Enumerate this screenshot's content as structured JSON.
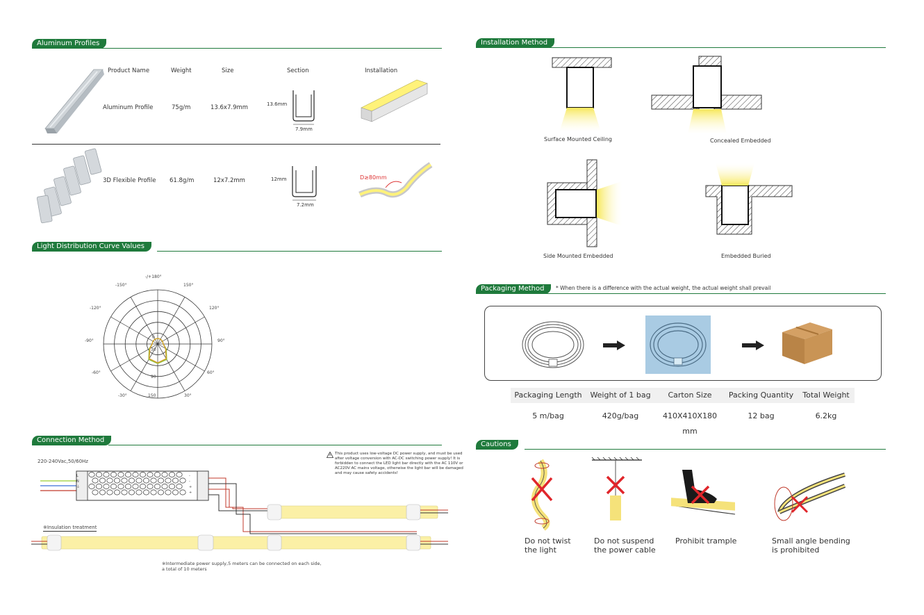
{
  "sections": {
    "aluminum": "Aluminum Profiles",
    "light_curve": "Light Distribution Curve Values",
    "connection": "Connection Method",
    "installation": "Installation Method",
    "packaging": "Packaging Method",
    "packaging_note": "* When there is a difference with the actual weight, the actual weight shall prevail",
    "cautions": "Cautions"
  },
  "profile_table": {
    "headers": [
      "Product Name",
      "Weight",
      "Size",
      "Section",
      "Installation"
    ],
    "rows": [
      {
        "name": "Aluminum Profile",
        "weight": "75g/m",
        "size": "13.6x7.9mm",
        "height_dim": "13.6mm",
        "width_dim": "7.9mm"
      },
      {
        "name": "3D Flexible Profile",
        "weight": "61.8g/m",
        "size": "12x7.2mm",
        "height_dim": "12mm",
        "width_dim": "7.2mm",
        "bend_label": "D≥80mm"
      }
    ]
  },
  "polar": {
    "top": "-/+180°",
    "labels": [
      "-150°",
      "150°",
      "-120°",
      "120°",
      "-90°",
      "90°",
      "-60°",
      "60°",
      "-30°",
      "30°"
    ],
    "ring_labels": [
      "0",
      "30",
      "90",
      "150"
    ]
  },
  "connection": {
    "voltage": "220-240Vac,50/60Hz",
    "warning": "This product uses low-voltage DC power supply, and must be used after voltage conversion with AC-DC switching power supply! It is forbidden to connect the LED light bar directly with the AC 110V or AC220V AC mains voltage, otherwise the light bar will be damaged and may cause safety accidents!",
    "insulation": "※Insulation treatment",
    "footnote_1": "※Intermediate power supply,5 meters can be connected on each side,",
    "footnote_2": "a total of 10 meters",
    "psu_terminals_left": [
      "L",
      "N",
      "⏚"
    ],
    "psu_terminals_right": [
      "-",
      "-",
      "+",
      "+"
    ]
  },
  "installation": {
    "surface": "Surface Mounted Ceiling",
    "concealed": "Concealed Embedded",
    "side": "Side Mounted Embedded",
    "buried": "Embedded Buried"
  },
  "packaging_table": {
    "headers": [
      "Packaging Length",
      "Weight of 1 bag",
      "Carton Size",
      "Packing Quantity",
      "Total Weight"
    ],
    "values": [
      "5 m/bag",
      "420g/bag",
      "410X410X180 mm",
      "12 bag",
      "6.2kg"
    ]
  },
  "cautions": {
    "twist_1": "Do not twist",
    "twist_2": "the light",
    "suspend_1": "Do not suspend",
    "suspend_2": "the power cable",
    "trample": "Prohibit trample",
    "bend_1": "Small angle bending",
    "bend_2": "is prohibited"
  },
  "colors": {
    "brand_green": "#1f7a3c",
    "led_yellow": "#f5e27a",
    "wire_red": "#c0392b",
    "cross_red": "#e0262b"
  },
  "chart_data": {
    "type": "polar",
    "angles_deg": [
      -180,
      -150,
      -120,
      -90,
      -60,
      -30,
      0,
      30,
      60,
      90,
      120,
      150,
      180
    ],
    "ring_labels": [
      "0",
      "30",
      "90",
      "150"
    ],
    "series": [
      {
        "values": [
          0,
          0,
          0,
          0,
          30,
          55,
          60,
          55,
          30,
          0,
          0,
          0,
          0
        ]
      },
      {
        "values": [
          0,
          0,
          0,
          0,
          28,
          52,
          58,
          52,
          28,
          0,
          0,
          0,
          0
        ]
      }
    ]
  }
}
